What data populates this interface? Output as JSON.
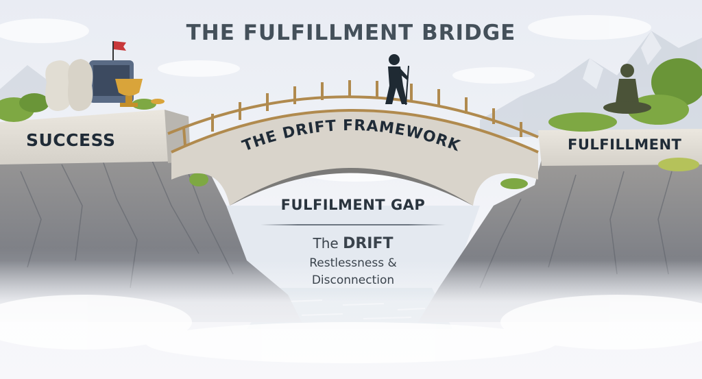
{
  "title": "THE FULFILLMENT BRIDGE",
  "left_cliff": {
    "label": "SUCCESS",
    "icons": [
      "money-bag-icon",
      "money-bag-icon",
      "briefcase-icon",
      "red-flag-icon",
      "trophy-icon",
      "coins-icon"
    ]
  },
  "bridge": {
    "label": "THE DRIFT FRAMEWORK",
    "figure": "hiker-with-staff-icon"
  },
  "right_cliff": {
    "label": "FULFILLMENT",
    "figure": "meditating-person-icon"
  },
  "gap": {
    "title": "FULFILMENT GAP",
    "drift_prefix": "The ",
    "drift_word": "DRIFT",
    "line2": "Restlessness &",
    "line3": "Disconnection"
  },
  "colors": {
    "title": "#44505a",
    "label_text": "#1f2b37",
    "rock": "#8d8f94",
    "bridge_rail": "#b08a4e",
    "foliage": "#7ea843",
    "flag": "#c8383a",
    "trophy": "#d9a43a",
    "water": "#a9c2d2"
  }
}
